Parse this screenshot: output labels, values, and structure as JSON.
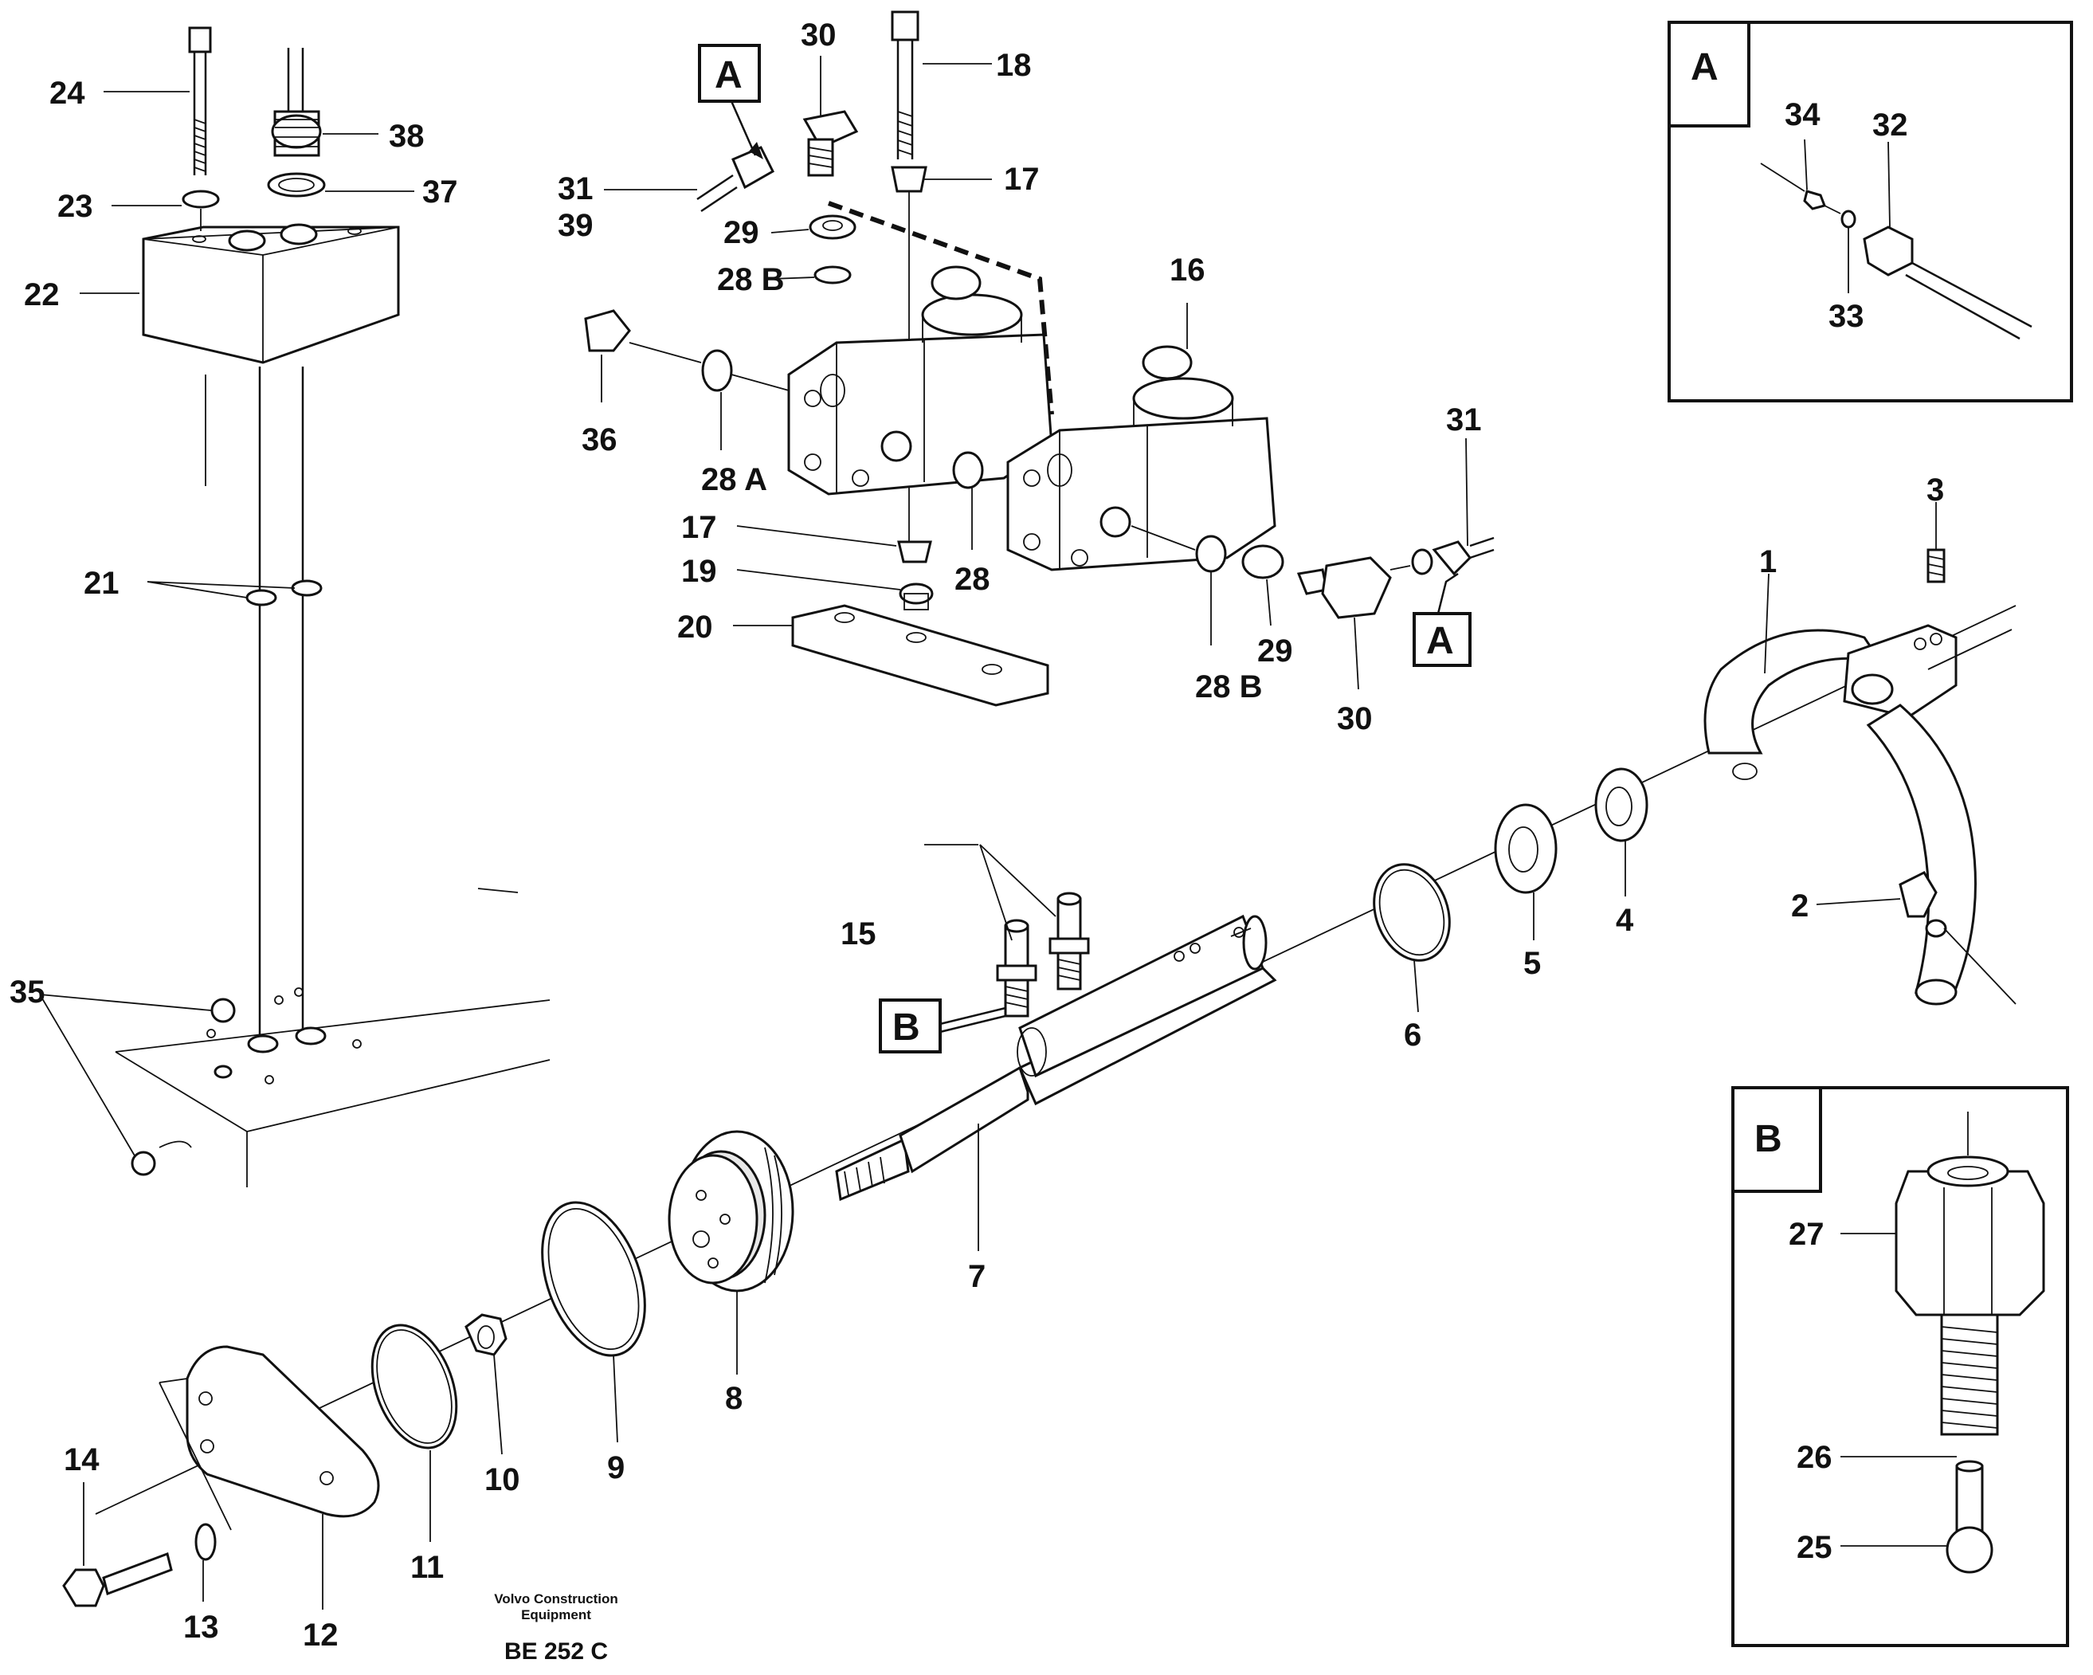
{
  "labels": {
    "p1": "1",
    "p2": "2",
    "p3": "3",
    "p4": "4",
    "p5": "5",
    "p6": "6",
    "p7": "7",
    "p8": "8",
    "p9": "9",
    "p10": "10",
    "p11": "11",
    "p12": "12",
    "p13": "13",
    "p14": "14",
    "p15": "15",
    "p16": "16",
    "p17a": "17",
    "p17b": "17",
    "p18": "18",
    "p19": "19",
    "p20": "20",
    "p21": "21",
    "p22": "22",
    "p23": "23",
    "p24": "24",
    "p25": "25",
    "p26": "26",
    "p27": "27",
    "p28": "28",
    "p28a": "28 A",
    "p28b_top": "28 B",
    "p28b_right": "28 B",
    "p29a": "29",
    "p29b": "29",
    "p30a": "30",
    "p30b": "30",
    "p31a": "31",
    "p31b": "31",
    "p32": "32",
    "p33": "33",
    "p34": "34",
    "p35": "35",
    "p36": "36",
    "p37": "37",
    "p38": "38",
    "p39": "39"
  },
  "callouts": {
    "a_top": "A",
    "a_right": "A",
    "b_main": "B"
  },
  "insets": {
    "a_title": "A",
    "b_title": "B"
  },
  "footer": {
    "maker_line1": "Volvo Construction",
    "maker_line2": "Equipment",
    "code": "BE 252 C"
  }
}
